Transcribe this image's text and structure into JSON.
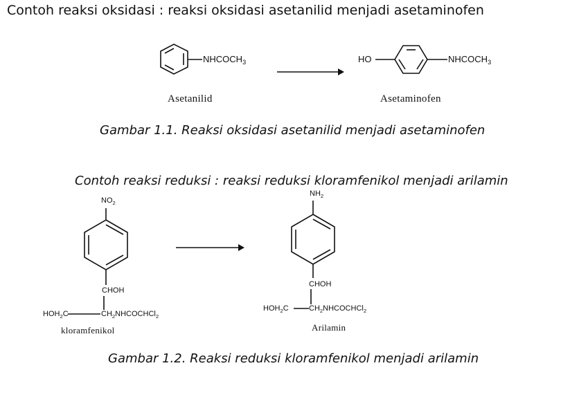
{
  "heading": "Contoh reaksi oksidasi : reaksi oksidasi asetanilid menjadi asetaminofen",
  "reaction1": {
    "reactant_substituent": "NHCOCH",
    "reactant_sub": "3",
    "reactant_name": "Asetanilid",
    "product_left": "HO",
    "product_substituent": "NHCOCH",
    "product_sub": "3",
    "product_name": "Asetaminofen",
    "caption": "Gambar 1.1. Reaksi oksidasi asetanilid menjadi asetaminofen"
  },
  "reaction2": {
    "title": "Contoh reaksi reduksi : reaksi reduksi kloramfenikol menjadi arilamin",
    "reactant_top": "NO",
    "reactant_top_sub": "2",
    "reactant_chohl": "CHOH",
    "reactant_left": "HOH",
    "reactant_left_sub": "2",
    "reactant_left_tail": "C",
    "reactant_right": "CH",
    "reactant_right_sub": "2",
    "reactant_right_tail": "NHCOCHCl",
    "reactant_right_sub2": "2",
    "reactant_name": "kloramfenikol",
    "product_top": "NH",
    "product_top_sub": "2",
    "product_chohl": "CHOH",
    "product_left": "HOH",
    "product_left_sub": "2",
    "product_left_tail": "C",
    "product_right": "CH",
    "product_right_sub": "2",
    "product_right_tail": "NHCOCHCl",
    "product_right_sub2": "2",
    "product_name": "Arilamin",
    "caption": "Gambar 1.2. Reaksi reduksi kloramfenikol menjadi arilamin"
  }
}
